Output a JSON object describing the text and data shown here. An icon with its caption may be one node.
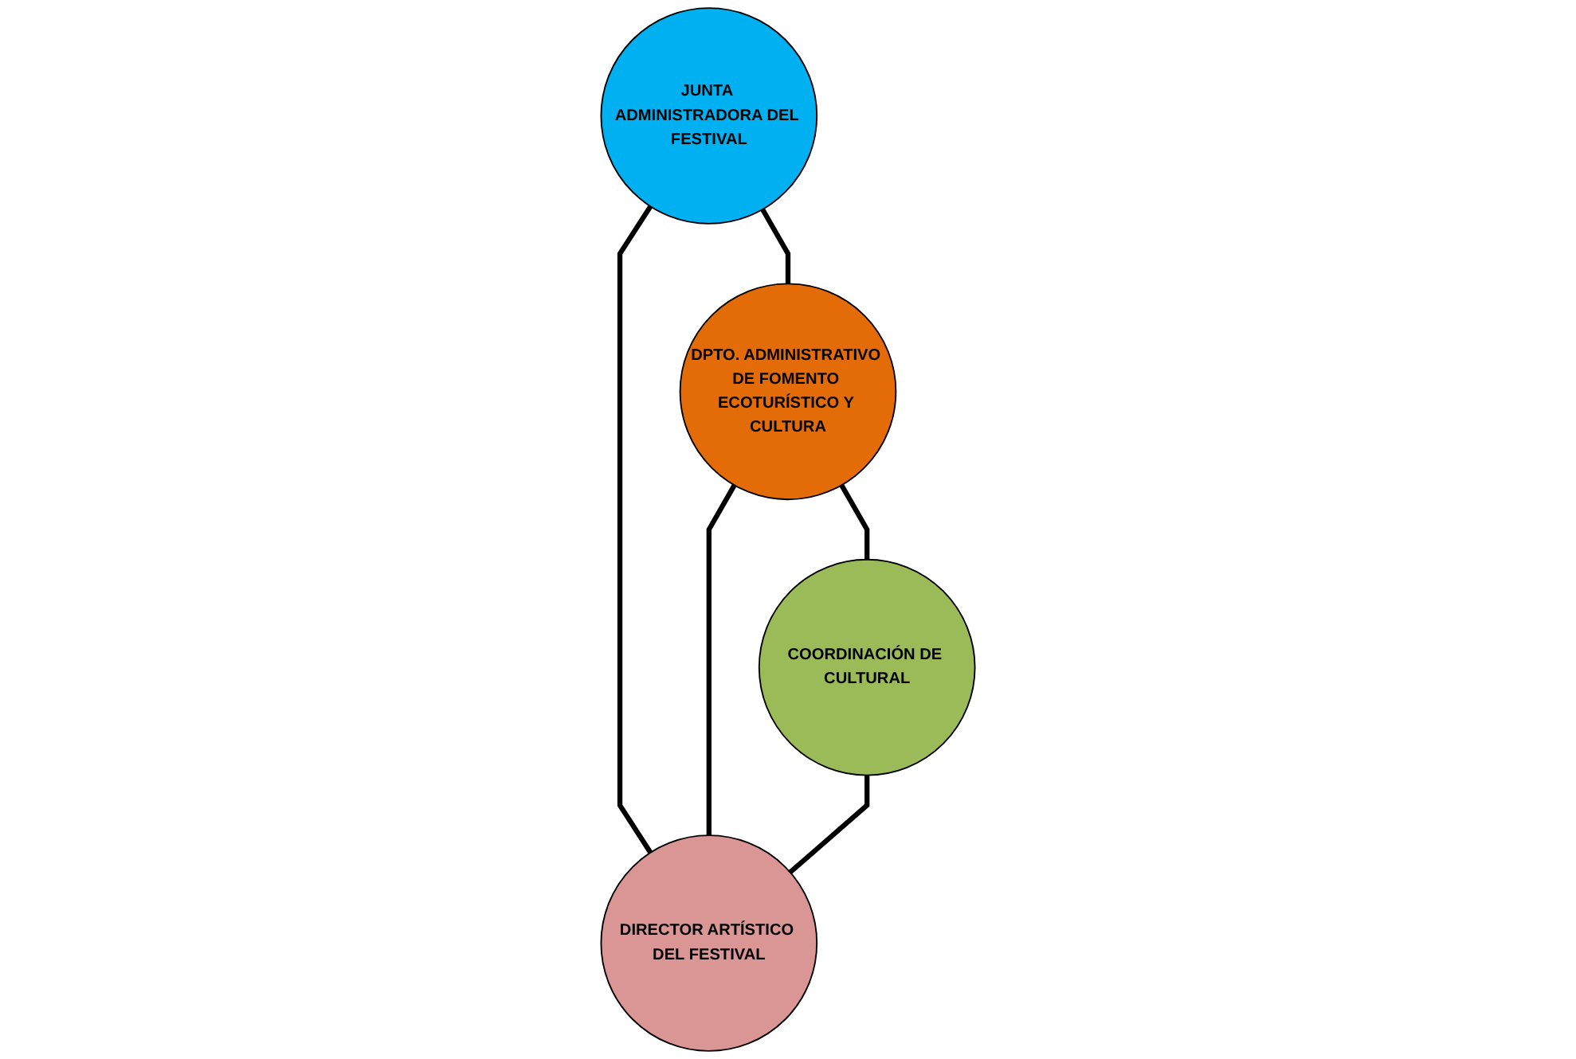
{
  "diagram": {
    "nodes": [
      {
        "text": [
          "JUNTA ADMINISTRADORA DEL FESTIVAL"
        ]
      },
      {
        "text": [
          "DPTO. ADMINISTRATIVO DE FOMENTO ECOTURÍSTICO Y CULTURA"
        ]
      },
      {
        "text": [
          "COORDINACIÓN DE CULTURAL"
        ]
      },
      {
        "text": [
          "DIRECTOR ARTÍSTICO DEL FESTIVAL"
        ]
      }
    ],
    "edges": [
      {
        "from": 0,
        "to": 1,
        "arrow": "none"
      },
      {
        "from": 0,
        "to": 3,
        "arrow": "none"
      },
      {
        "from": 1,
        "to": 2,
        "arrow": "none"
      },
      {
        "from": 1,
        "to": 3,
        "arrow": "none"
      },
      {
        "from": 2,
        "to": 3,
        "arrow": "none"
      }
    ]
  }
}
